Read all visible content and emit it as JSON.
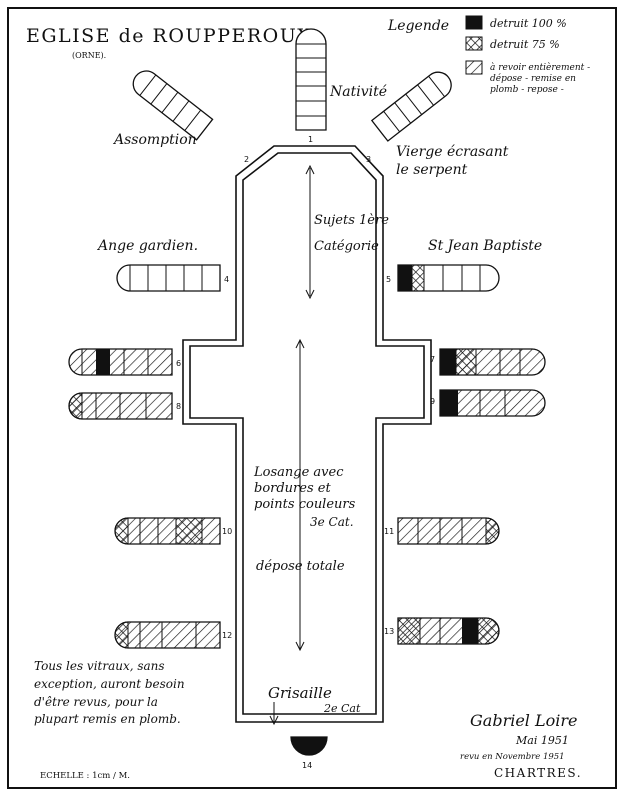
{
  "title": "EGLISE de ROUPPEROUX.",
  "subtitle": "(ORNE).",
  "legend": {
    "heading": "Legende",
    "items": [
      {
        "label": "detruit 100 %",
        "pattern": "solid"
      },
      {
        "label": "detruit 75 %",
        "pattern": "crosshatch"
      },
      {
        "label": "à revoir entièrement - dépose - remise en plomb - repose -",
        "pattern": "hatch"
      }
    ]
  },
  "windows": [
    {
      "number": "1",
      "label": "Nativité"
    },
    {
      "number": "2",
      "label": "Assomption"
    },
    {
      "number": "3",
      "label": "Vierge écrasant le serpent"
    },
    {
      "number": "4",
      "label": "Ange gardien."
    },
    {
      "number": "5",
      "label": "St Jean Baptiste"
    },
    {
      "number": "6"
    },
    {
      "number": "7"
    },
    {
      "number": "8"
    },
    {
      "number": "9"
    },
    {
      "number": "10"
    },
    {
      "number": "11"
    },
    {
      "number": "12"
    },
    {
      "number": "13"
    },
    {
      "number": "14"
    }
  ],
  "annotations": {
    "choir_line1": "Sujets 1ère",
    "choir_line2": "Catégorie",
    "nave_line1": "Losange avec",
    "nave_line2": "bordures et",
    "nave_line3": "points couleurs",
    "nave_line4": "3e Cat.",
    "nave_line5": "dépose totale",
    "grisaille": "Grisaille",
    "grisaille_cat": "2e Cat"
  },
  "note_lines": [
    "Tous les vitraux, sans",
    "exception, auront besoin",
    "d'être revus, pour la",
    "plupart remis en plomb."
  ],
  "signature": {
    "name": "Gabriel Loire",
    "date": "Mai 1951",
    "revised": "revu en Novembre 1951",
    "city": "CHARTRES."
  },
  "scale": "ECHELLE : 1cm / M."
}
